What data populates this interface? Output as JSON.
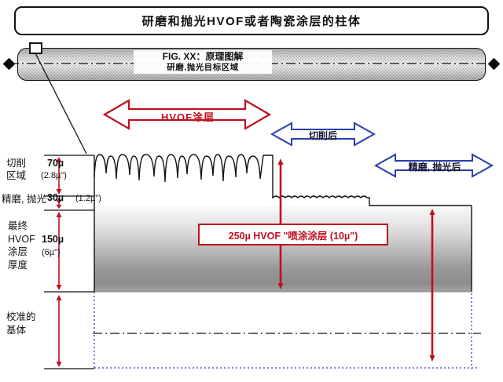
{
  "title": "研磨和抛光HVOF或者陶瓷涂层的柱体",
  "rod": {
    "fig_label": "FIG. XX：原理图解",
    "target_label": "研磨,抛光目标区域"
  },
  "callouts": {
    "hvof_coating": "HVOF涂层",
    "after_cutting": "切削后",
    "after_polishing": "精磨, 抛光后",
    "total_coating": "250µ HVOF \"喷涂涂层  (10µ\")"
  },
  "left_labels": {
    "cut_zone_line1": "切削",
    "cut_zone_line2": "区域",
    "fine_polish": "精磨, 抛光",
    "final_line1": "最终",
    "final_line2": "HVOF",
    "final_line3": "涂层",
    "final_line4": "厚度",
    "substrate_line1": "校准的",
    "substrate_line2": "基体"
  },
  "dimensions": {
    "cut_value": "70µ",
    "cut_alt": "(2.8µ\")",
    "polish_value": "30µ",
    "polish_alt": "(1.2µ\")",
    "final_value": "150µ",
    "final_alt": "(6µ\")"
  },
  "colors": {
    "dimension_red": "#c01020",
    "callout_blue": "#2b3faf"
  }
}
